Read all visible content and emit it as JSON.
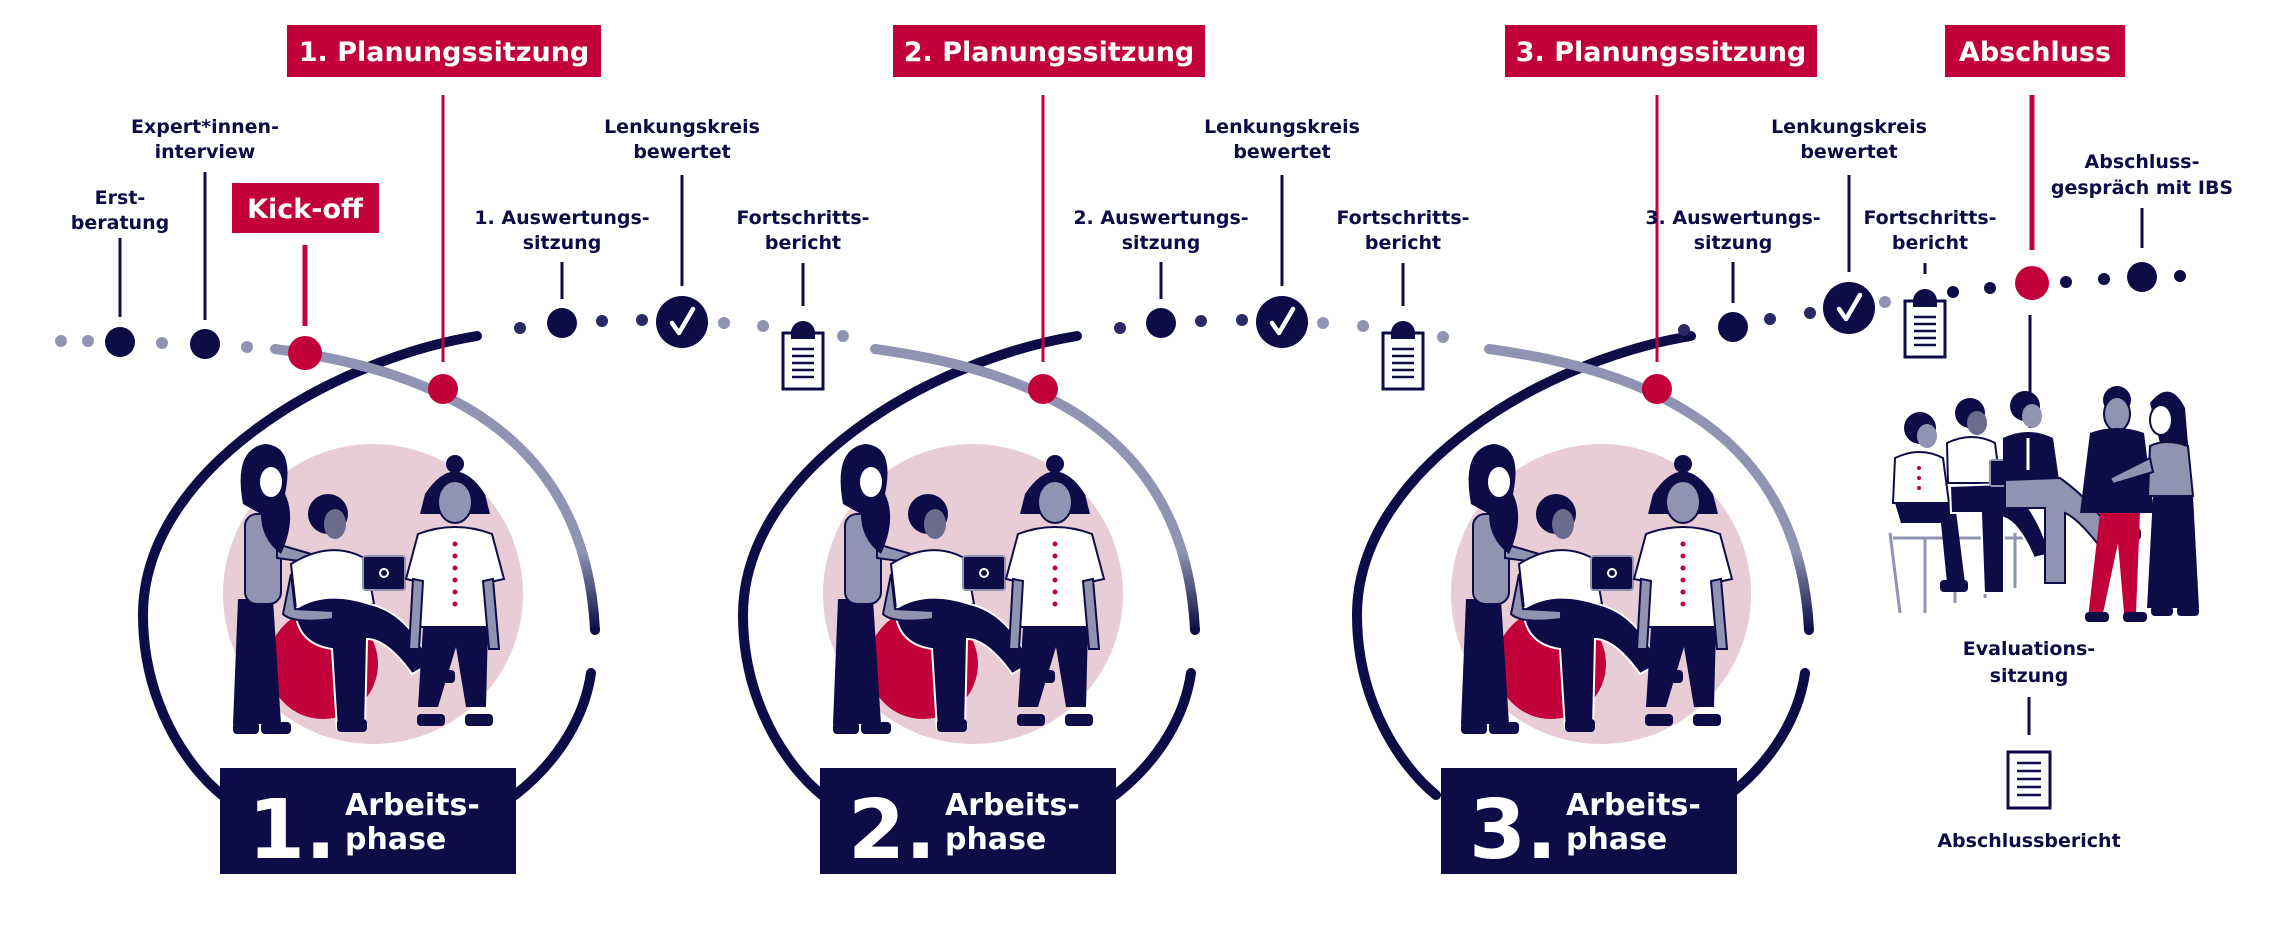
{
  "colors": {
    "navy": "#0e0c47",
    "crimson": "#c2003a",
    "lavender": "#9093b2",
    "pink": "#e8ccd6",
    "white": "#ffffff"
  },
  "start": {
    "milestones": [
      {
        "label_lines": [
          "Erst-",
          "beratung"
        ],
        "icon": "dot"
      },
      {
        "label_lines": [
          "Expert*innen-",
          "interview"
        ],
        "icon": "dot"
      },
      {
        "label": "Kick-off",
        "icon": "red-dot",
        "highlight": true
      }
    ]
  },
  "phases": [
    {
      "number": "1.",
      "title_lines": [
        "Arbeits-",
        "phase"
      ],
      "planning": "1. Planungssitzung",
      "evaluation_lines": [
        "1. Auswertungs-",
        "sitzung"
      ],
      "steering_lines": [
        "Lenkungskreis",
        "bewertet"
      ],
      "steering_icon": "checkmark-icon",
      "report_lines": [
        "Fortschritts-",
        "bericht"
      ],
      "report_icon": "clipboard-icon"
    },
    {
      "number": "2.",
      "title_lines": [
        "Arbeits-",
        "phase"
      ],
      "planning": "2. Planungssitzung",
      "evaluation_lines": [
        "2. Auswertungs-",
        "sitzung"
      ],
      "steering_lines": [
        "Lenkungskreis",
        "bewertet"
      ],
      "steering_icon": "checkmark-icon",
      "report_lines": [
        "Fortschritts-",
        "bericht"
      ],
      "report_icon": "clipboard-icon"
    },
    {
      "number": "3.",
      "title_lines": [
        "Arbeits-",
        "phase"
      ],
      "planning": "3. Planungssitzung",
      "evaluation_lines": [
        "3. Auswertungs-",
        "sitzung"
      ],
      "steering_lines": [
        "Lenkungskreis",
        "bewertet"
      ],
      "steering_icon": "checkmark-icon",
      "report_lines": [
        "Fortschritts-",
        "bericht"
      ],
      "report_icon": "clipboard-icon"
    }
  ],
  "closing": {
    "title": "Abschluss",
    "talk_lines": [
      "Abschluss-",
      "gespräch mit IBS"
    ],
    "evaluation_lines": [
      "Evaluations-",
      "sitzung"
    ],
    "report": "Abschlussbericht",
    "report_icon": "document-icon"
  }
}
